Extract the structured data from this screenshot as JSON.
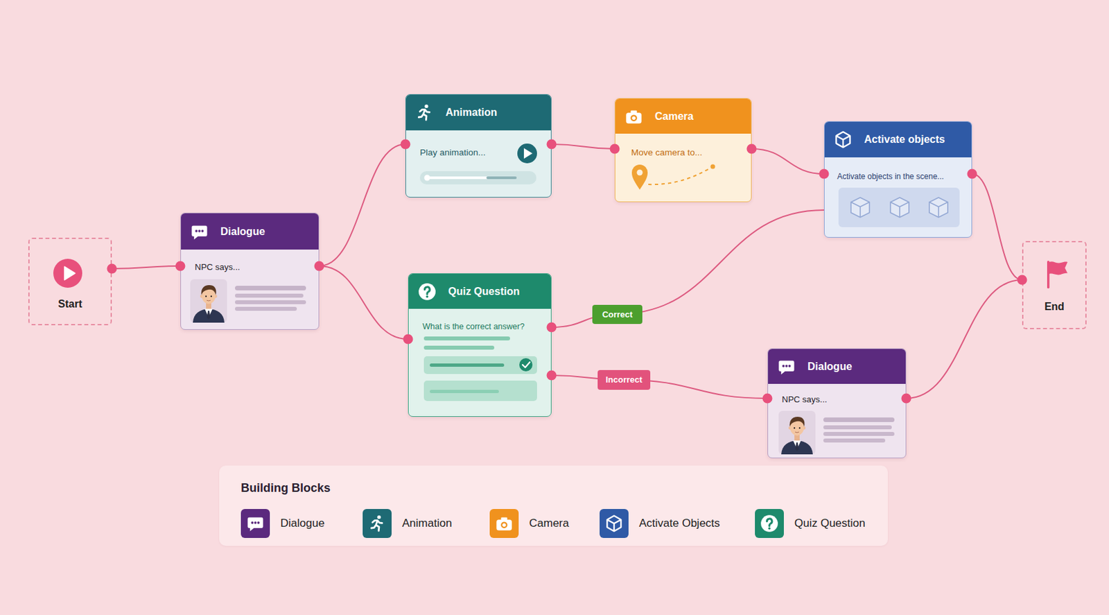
{
  "diagram": {
    "nodes": [
      {
        "text": [
          "Start"
        ]
      },
      {
        "text": [
          "Dialogue",
          "NPC says..."
        ]
      },
      {
        "text": [
          "Animation",
          "Play animation..."
        ]
      },
      {
        "text": [
          "Quiz Question",
          "What is the correct answer?"
        ]
      },
      {
        "text": [
          "Camera",
          "Move camera to..."
        ]
      },
      {
        "text": [
          "Activate objects",
          "Activate objects in the scene..."
        ]
      },
      {
        "text": [
          "Dialogue",
          "NPC says..."
        ]
      },
      {
        "text": [
          "End"
        ]
      }
    ],
    "edges": [
      {
        "from": 0,
        "to": 1,
        "arrow": "none"
      },
      {
        "from": 1,
        "to": 2,
        "arrow": "none"
      },
      {
        "from": 1,
        "to": 3,
        "arrow": "none"
      },
      {
        "from": 2,
        "to": 4,
        "arrow": "none"
      },
      {
        "from": 4,
        "to": 5,
        "arrow": "none"
      },
      {
        "from": 3,
        "to": 5,
        "label": "Correct",
        "arrow": "none"
      },
      {
        "from": 3,
        "to": 6,
        "label": "Incorrect",
        "arrow": "none"
      },
      {
        "from": 5,
        "to": 7,
        "arrow": "none"
      },
      {
        "from": 6,
        "to": 7,
        "arrow": "none"
      }
    ],
    "labels": [
      "Building Blocks"
    ],
    "legend": [
      {
        "text": "Dialogue",
        "color": "#5b2a7e"
      },
      {
        "text": "Animation",
        "color": "#1e6a74"
      },
      {
        "text": "Camera",
        "color": "#f0921e"
      },
      {
        "text": "Activate Objects",
        "color": "#2f5aa6"
      },
      {
        "text": "Quiz Question",
        "color": "#1e8a6c"
      }
    ]
  }
}
